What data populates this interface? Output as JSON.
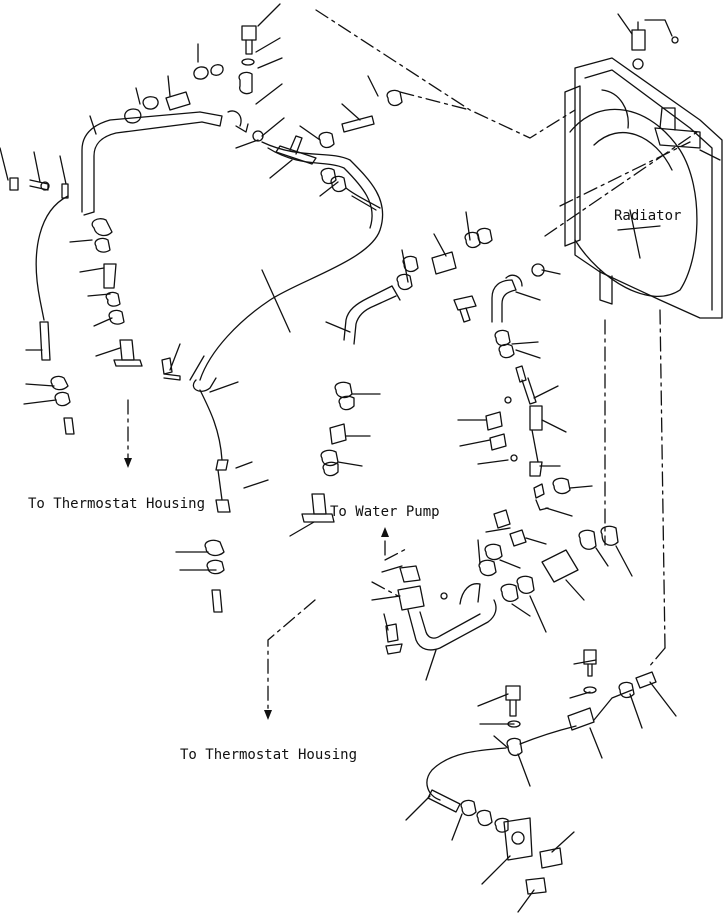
{
  "labels": {
    "radiator": "Radiator",
    "to_thermostat_housing_upper": "To Thermostat Housing",
    "to_water_pump": "To Water Pump",
    "to_thermostat_housing_lower": "To Thermostat Housing"
  },
  "colors": {
    "line": "#111111",
    "background": "#ffffff"
  }
}
